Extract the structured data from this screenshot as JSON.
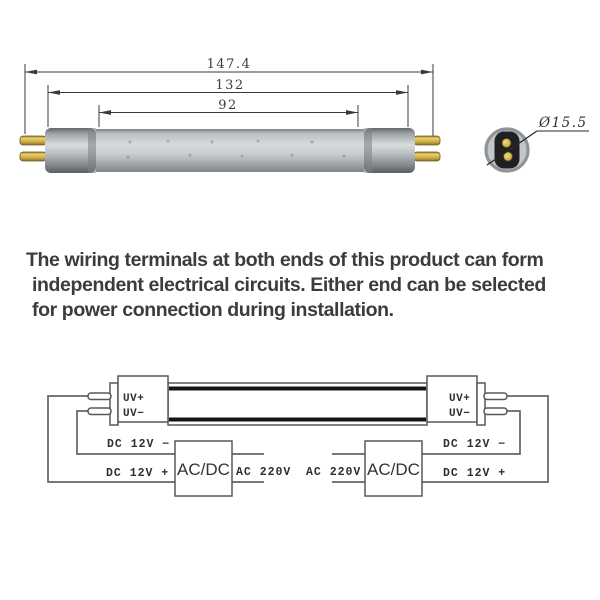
{
  "product_drawing": {
    "dim_overall_length": "147.4",
    "dim_tube_length": "132",
    "dim_inner_length": "92",
    "dim_diameter": "Ø15.5"
  },
  "description": {
    "line1": "The wiring terminals at both ends of this product can form",
    "line2": "independent electrical circuits. Either end can be selected",
    "line3": "for power connection during installation."
  },
  "wiring": {
    "left": {
      "uv_plus": "UV+",
      "uv_minus": "UV−",
      "dc_12v_minus": "DC 12V −",
      "dc_12v_plus": "DC 12V +",
      "converter": "AC/DC",
      "ac_input": "AC 220V"
    },
    "right": {
      "uv_plus": "UV+",
      "uv_minus": "UV−",
      "dc_12v_minus": "DC 12V −",
      "dc_12v_plus": "DC 12V +",
      "converter": "AC/DC",
      "ac_input": "AC 220V"
    }
  },
  "colors": {
    "pin_gold": "#d2b148",
    "tube_body_gray": "#cdd0d3",
    "cap_gray": "#a9adb2",
    "terminal_block_black": "#202022",
    "wire_gray": "#626669",
    "text_dark": "#3c3c3c"
  }
}
